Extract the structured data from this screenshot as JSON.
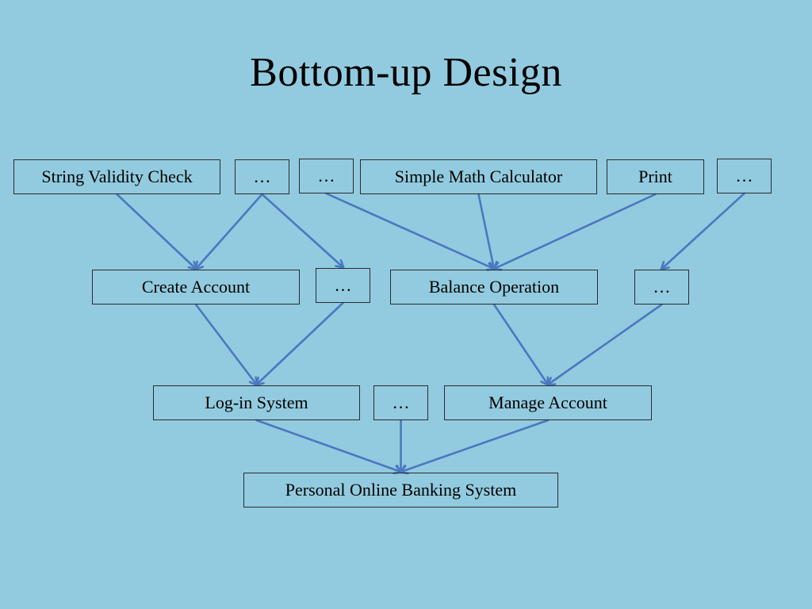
{
  "colors": {
    "background": "#92CBDF",
    "arrow": "#4A78C0",
    "border": "#2b2b2b"
  },
  "title": "Bottom-up Design",
  "nodes": {
    "string_validity": "String Validity Check",
    "dots_1": "…",
    "dots_2": "…",
    "simple_math": "Simple Math Calculator",
    "print": "Print",
    "dots_3": "…",
    "create_account": "Create Account",
    "dots_4": "…",
    "balance_operation": "Balance Operation",
    "dots_5": "…",
    "login_system": "Log-in System",
    "dots_6": "…",
    "manage_account": "Manage Account",
    "personal_banking": "Personal Online Banking System"
  },
  "edges": [
    [
      "string_validity",
      "create_account"
    ],
    [
      "dots_1",
      "create_account"
    ],
    [
      "dots_1",
      "dots_4"
    ],
    [
      "dots_2",
      "balance_operation"
    ],
    [
      "simple_math",
      "balance_operation"
    ],
    [
      "print",
      "balance_operation"
    ],
    [
      "dots_3",
      "dots_5"
    ],
    [
      "create_account",
      "login_system"
    ],
    [
      "dots_4",
      "login_system"
    ],
    [
      "balance_operation",
      "manage_account"
    ],
    [
      "dots_5",
      "manage_account"
    ],
    [
      "login_system",
      "personal_banking"
    ],
    [
      "dots_6",
      "personal_banking"
    ],
    [
      "manage_account",
      "personal_banking"
    ]
  ]
}
